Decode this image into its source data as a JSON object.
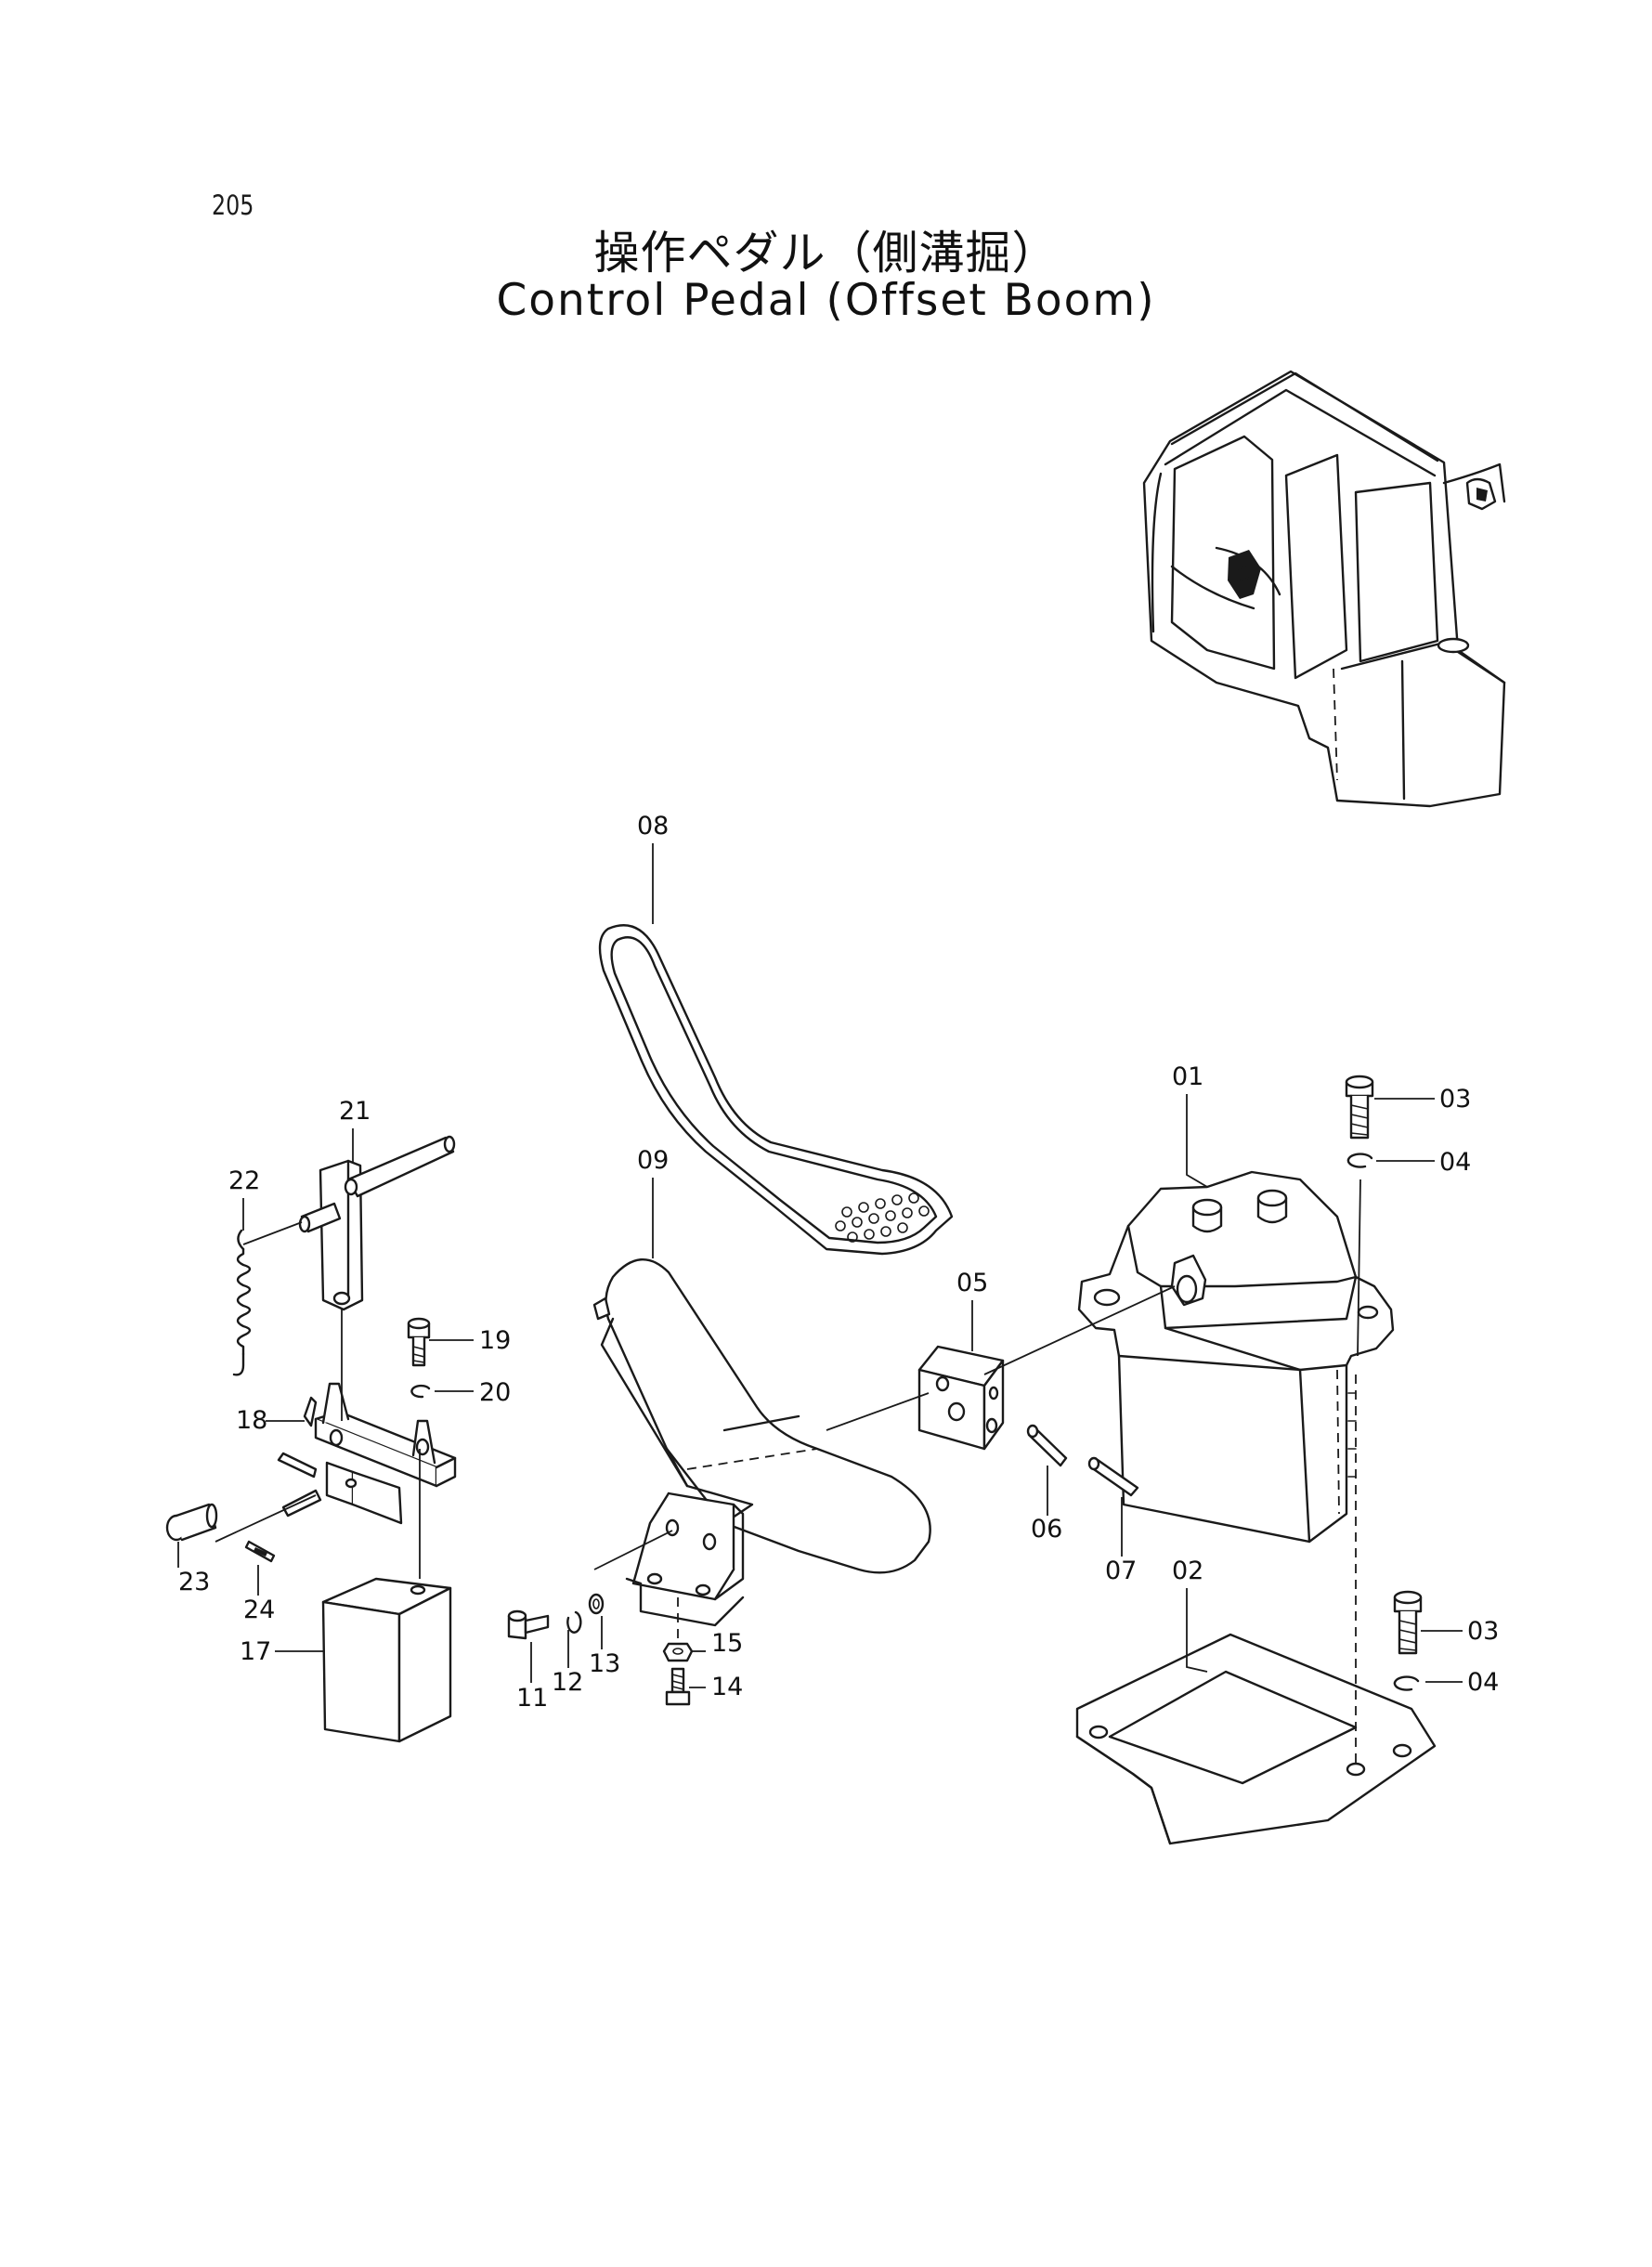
{
  "page_number": "205",
  "title_ja": "操作ペダル（側溝掘）",
  "title_en": "Control Pedal (Offset Boom)",
  "labels": {
    "p01": "01",
    "p02": "02",
    "p03a": "03",
    "p03b": "03",
    "p04a": "04",
    "p04b": "04",
    "p05": "05",
    "p06": "06",
    "p07": "07",
    "p08": "08",
    "p09": "09",
    "p11": "11",
    "p12": "12",
    "p13": "13",
    "p14": "14",
    "p15": "15",
    "p17": "17",
    "p18": "18",
    "p19": "19",
    "p20": "20",
    "p21": "21",
    "p22": "22",
    "p23": "23",
    "p24": "24"
  }
}
